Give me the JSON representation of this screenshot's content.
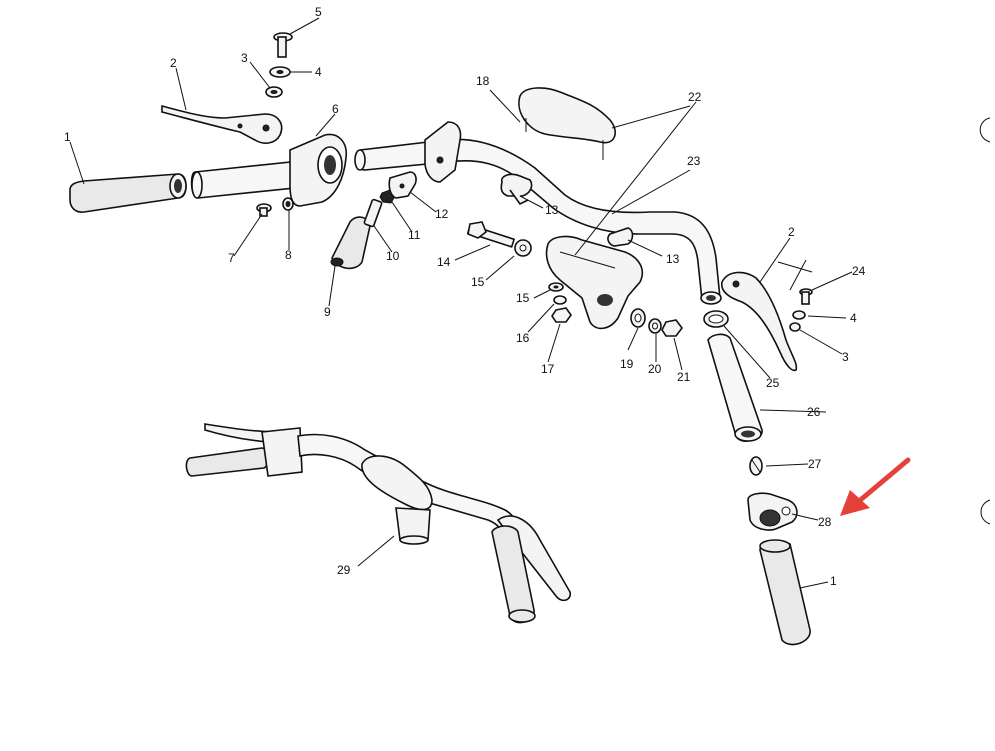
{
  "labels": [
    {
      "id": "l1a",
      "text": "1"
    },
    {
      "id": "l2a",
      "text": "2"
    },
    {
      "id": "l3a",
      "text": "3"
    },
    {
      "id": "l4a",
      "text": "4"
    },
    {
      "id": "l5",
      "text": "5"
    },
    {
      "id": "l6",
      "text": "6"
    },
    {
      "id": "l7",
      "text": "7"
    },
    {
      "id": "l8",
      "text": "8"
    },
    {
      "id": "l9",
      "text": "9"
    },
    {
      "id": "l10",
      "text": "10"
    },
    {
      "id": "l11",
      "text": "11"
    },
    {
      "id": "l12",
      "text": "12"
    },
    {
      "id": "l13a",
      "text": "13"
    },
    {
      "id": "l13b",
      "text": "13"
    },
    {
      "id": "l14",
      "text": "14"
    },
    {
      "id": "l15a",
      "text": "15"
    },
    {
      "id": "l15b",
      "text": "15"
    },
    {
      "id": "l16",
      "text": "16"
    },
    {
      "id": "l17",
      "text": "17"
    },
    {
      "id": "l18",
      "text": "18"
    },
    {
      "id": "l19",
      "text": "19"
    },
    {
      "id": "l20",
      "text": "20"
    },
    {
      "id": "l21",
      "text": "21"
    },
    {
      "id": "l22",
      "text": "22"
    },
    {
      "id": "l23",
      "text": "23"
    },
    {
      "id": "l2b",
      "text": "2"
    },
    {
      "id": "l24",
      "text": "24"
    },
    {
      "id": "l4b",
      "text": "4"
    },
    {
      "id": "l3b",
      "text": "3"
    },
    {
      "id": "l25",
      "text": "25"
    },
    {
      "id": "l26",
      "text": "26"
    },
    {
      "id": "l27",
      "text": "27"
    },
    {
      "id": "l28",
      "text": "28"
    },
    {
      "id": "l1b",
      "text": "1"
    },
    {
      "id": "l29",
      "text": "29"
    }
  ],
  "colors": {
    "ink": "#111111",
    "arrow": "#e5403a",
    "background": "#ffffff"
  }
}
